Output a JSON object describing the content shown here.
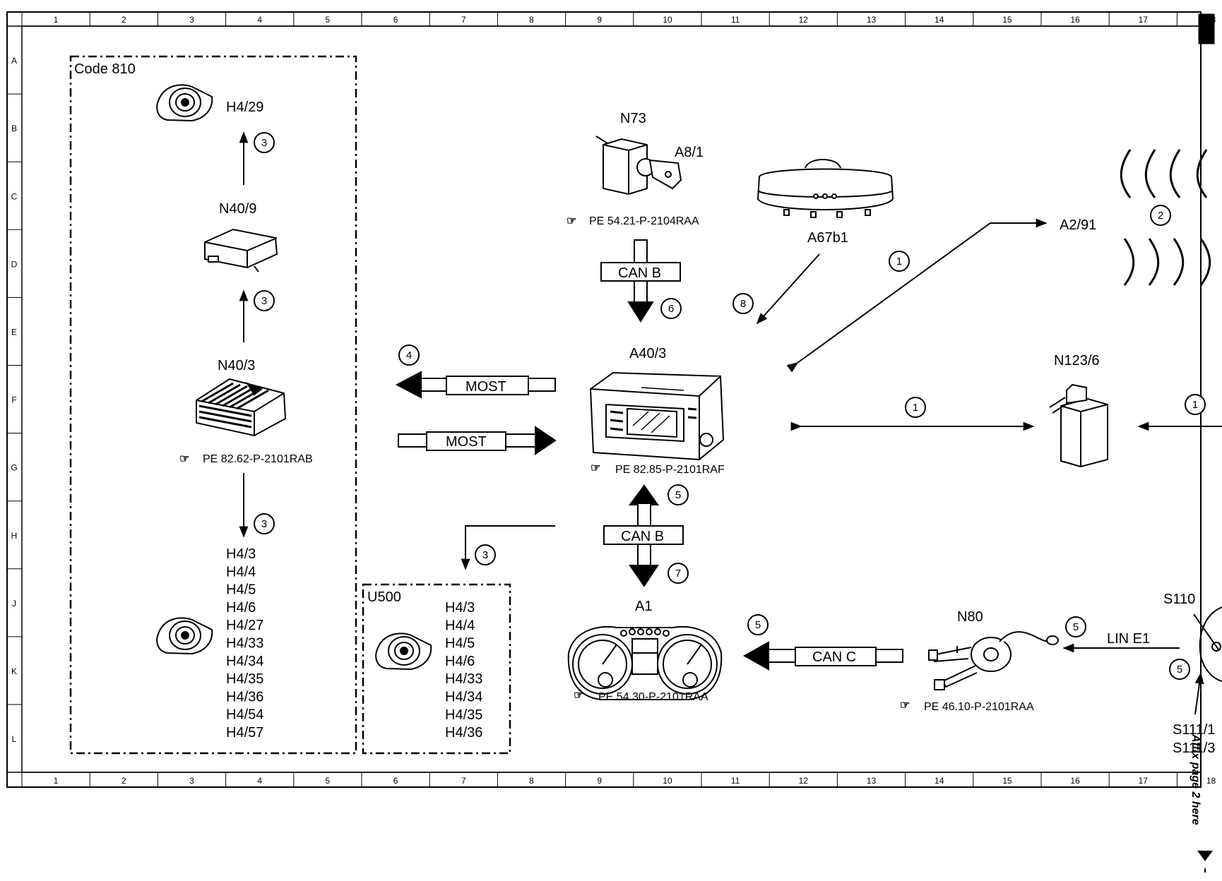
{
  "grid": {
    "columns": [
      "1",
      "2",
      "3",
      "4",
      "5",
      "6",
      "7",
      "8",
      "9",
      "10",
      "11",
      "12",
      "13",
      "14",
      "15",
      "16",
      "17",
      "18"
    ],
    "rows": [
      "A",
      "B",
      "C",
      "D",
      "E",
      "F",
      "G",
      "H",
      "J",
      "K",
      "L"
    ]
  },
  "groups": {
    "code810": {
      "label": "Code 810"
    },
    "u500": {
      "label": "U500"
    }
  },
  "components": {
    "h4_29": "H4/29",
    "n40_9": "N40/9",
    "n40_3": "N40/3",
    "n40_3_ref": "PE 82.62-P-2101RAB",
    "h4_list_left": [
      "H4/3",
      "H4/4",
      "H4/5",
      "H4/6",
      "H4/27",
      "H4/33",
      "H4/34",
      "H4/35",
      "H4/36",
      "H4/54",
      "H4/57"
    ],
    "h4_list_u500": [
      "H4/3",
      "H4/4",
      "H4/5",
      "H4/6",
      "H4/33",
      "H4/34",
      "H4/35",
      "H4/36"
    ],
    "n73": "N73",
    "a8_1": "A8/1",
    "n73_ref": "PE 54.21-P-2104RAA",
    "a67b1": "A67b1",
    "a2_91": "A2/91",
    "a40_3": "A40/3",
    "a40_3_ref": "PE 82.85-P-2101RAF",
    "n123_6": "N123/6",
    "a1": "A1",
    "a1_ref": "PE 54.30-P-2101RAA",
    "n80": "N80",
    "n80_ref": "PE 46.10-P-2101RAA",
    "s110": "S110",
    "s111_1": "S111/1",
    "s111_3": "S111/3"
  },
  "buses": {
    "can_b_top": "CAN B",
    "can_b_bottom": "CAN B",
    "most_out": "MOST",
    "most_in": "MOST",
    "can_c": "CAN C",
    "lin_e1": "LIN E1"
  },
  "markers": {
    "m3_a": "3",
    "m3_b": "3",
    "m3_c": "3",
    "m3_d": "3",
    "m6": "6",
    "m8": "8",
    "m1_a": "1",
    "m2": "2",
    "m4": "4",
    "m1_b": "1",
    "m1_c": "1",
    "m5_a": "5",
    "m7": "7",
    "m5_b": "5",
    "m5_c": "5",
    "m5_d": "5"
  },
  "side_note": "Affix page 2 here"
}
